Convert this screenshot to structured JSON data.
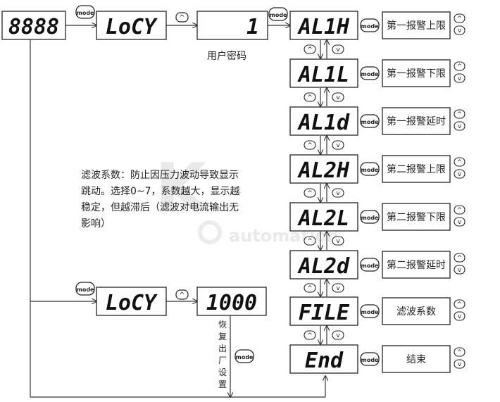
{
  "nodes": {
    "start": "8888",
    "locy1": "LoCY",
    "password_value": "1",
    "locy2": "LoCY",
    "factory_value": "1000"
  },
  "labels": {
    "mode": "mode",
    "up": "^",
    "down": "v",
    "password": "用户密码",
    "factory_reset_chars": [
      "恢",
      "复",
      "出",
      "厂",
      "设",
      "置"
    ]
  },
  "params": [
    {
      "code": "AL1H",
      "desc": "第一报警上限"
    },
    {
      "code": "AL1L",
      "desc": "第一报警下限"
    },
    {
      "code": "AL1d",
      "desc": "第一报警延时"
    },
    {
      "code": "AL2H",
      "desc": "第二报警上限"
    },
    {
      "code": "AL2L",
      "desc": "第二报警下限"
    },
    {
      "code": "AL2d",
      "desc": "第二报警延时"
    },
    {
      "code": "FILE",
      "desc": "滤波系数"
    },
    {
      "code": "End",
      "desc": "结束"
    }
  ],
  "filter_note": [
    "滤波系数：防止因压力波动导致显示",
    "跳动。选择0~7，系数越大，显示越",
    "稳定，但越滞后（滤波对电流输出无",
    "影响）"
  ],
  "watermark": {
    "brand": "automation"
  },
  "colors": {
    "line": "#333333",
    "box": "#222222",
    "watermark": "#e9e9e9"
  }
}
